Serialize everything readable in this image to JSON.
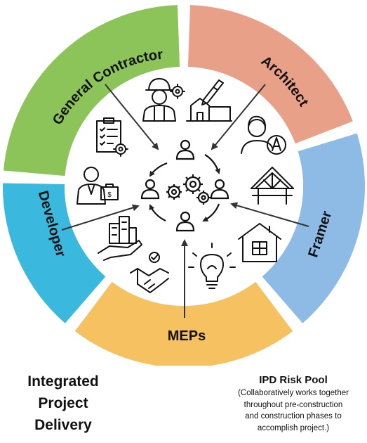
{
  "diagram": {
    "segments": [
      {
        "label": "General Contractor",
        "color": "#8dc45a"
      },
      {
        "label": "Architect",
        "color": "#e9a088"
      },
      {
        "label": "Framer",
        "color": "#8ebae6"
      },
      {
        "label": "MEPs",
        "color": "#f6c160"
      },
      {
        "label": "Developer",
        "color": "#3bb8de"
      }
    ],
    "icons": [
      "construction-worker-icon",
      "architect-drawing-icon",
      "architect-person-icon",
      "roof-truss-icon",
      "house-icon",
      "lightbulb-icon",
      "handshake-icon",
      "hand-buildings-icon",
      "businessman-icon",
      "checklist-gear-icon",
      "team-gears-cycle-icon"
    ]
  },
  "caption_left": {
    "line1": "Integrated",
    "line2": "Project",
    "line3": "Delivery"
  },
  "caption_right": {
    "title": "IPD Risk Pool",
    "line1": "(Collaboratively works together",
    "line2": "throughout pre-construction",
    "line3": "and construction phases to",
    "line4": "accomplish project.)"
  }
}
